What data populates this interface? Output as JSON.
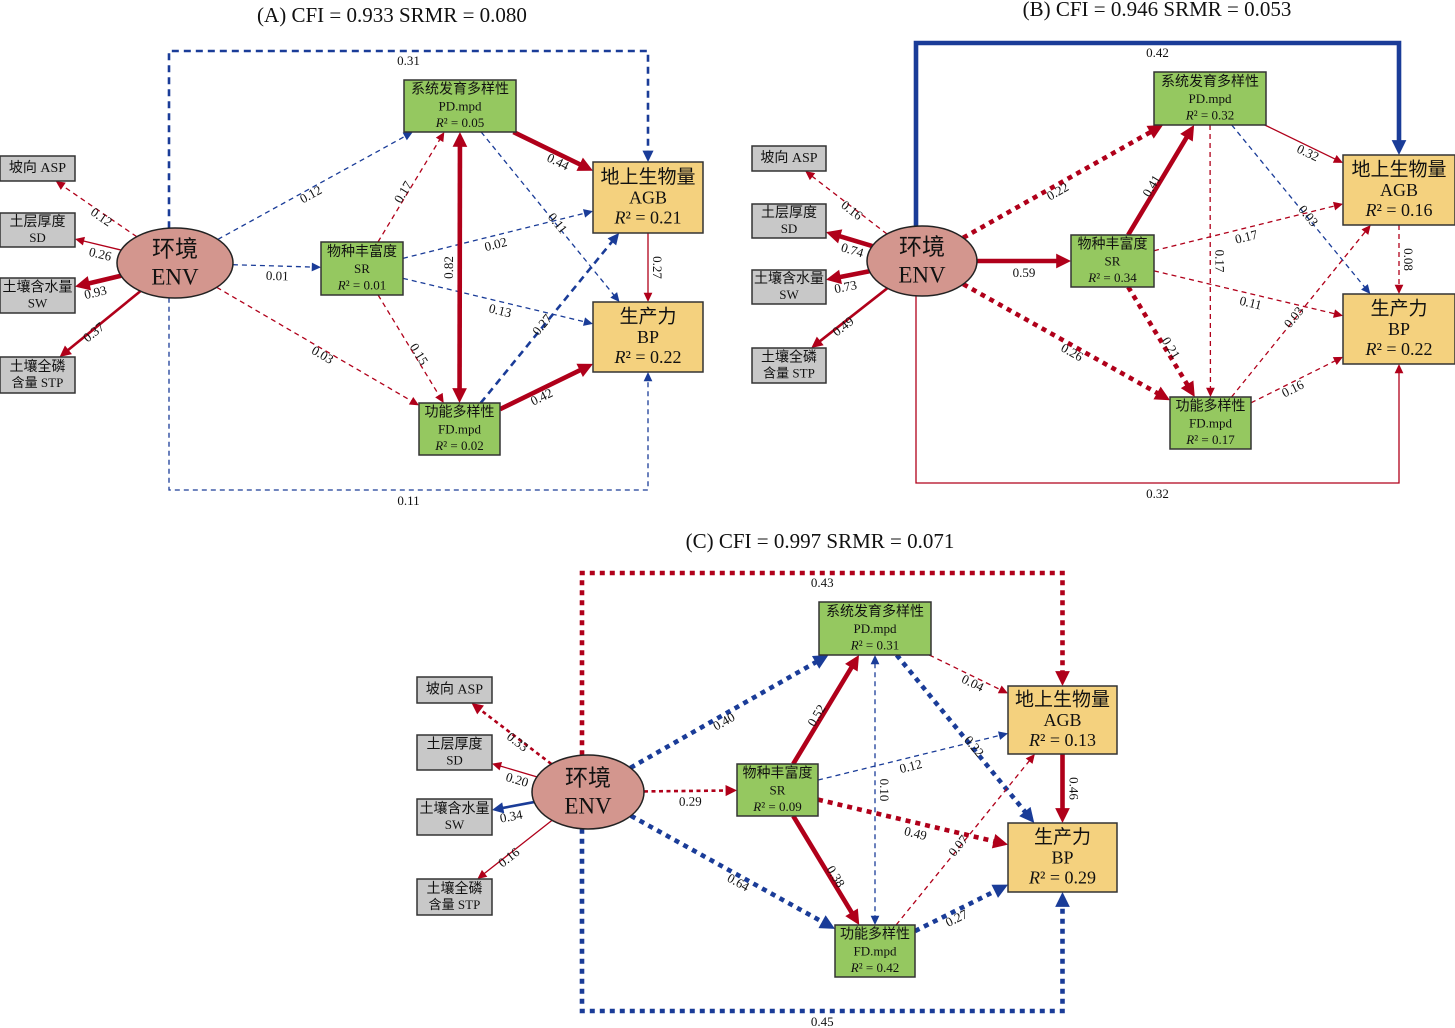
{
  "colors": {
    "positive": "#b0001a",
    "negative": "#1a3c98",
    "indicator_fill": "#c8c8c8",
    "diversity_fill": "#95c860",
    "outcome_fill": "#f4d17e",
    "env_fill": "#d3968e"
  },
  "panels": [
    {
      "id": "A",
      "title": "(A) CFI = 0.933  SRMR = 0.080",
      "nodes": {
        "ENV": [
          "环境",
          "ENV"
        ],
        "ASP": [
          "坡向 ASP"
        ],
        "SD": [
          "土层厚度",
          "SD"
        ],
        "SW": [
          "土壤含水量",
          "SW"
        ],
        "STP": [
          "土壤全磷",
          "含量 STP"
        ],
        "PD": [
          "系统发育多样性",
          "PD.mpd",
          "R² = 0.05"
        ],
        "SR": [
          "物种丰富度",
          "SR",
          "R² = 0.01"
        ],
        "FD": [
          "功能多样性",
          "FD.mpd",
          "R² = 0.02"
        ],
        "AGB": [
          "地上生物量",
          "AGB",
          "R² = 0.21"
        ],
        "BP": [
          "生产力",
          "BP",
          "R² = 0.22"
        ]
      },
      "edges": [
        {
          "from": "ENV",
          "to": "ASP",
          "value": "0.12",
          "sign": "positive",
          "line": "dashed",
          "weight": "thin"
        },
        {
          "from": "ENV",
          "to": "SD",
          "value": "0.26",
          "sign": "positive",
          "line": "solid",
          "weight": "thin"
        },
        {
          "from": "ENV",
          "to": "SW",
          "value": "0.93",
          "sign": "positive",
          "line": "solid",
          "weight": "thick"
        },
        {
          "from": "ENV",
          "to": "STP",
          "value": "0.37",
          "sign": "positive",
          "line": "solid",
          "weight": "medium"
        },
        {
          "from": "ENV",
          "to": "AGB",
          "value": "0.31",
          "sign": "negative",
          "line": "dashed",
          "weight": "medium",
          "route": "top"
        },
        {
          "from": "ENV",
          "to": "BP",
          "value": "0.11",
          "sign": "negative",
          "line": "dashed",
          "weight": "thin",
          "route": "bottom"
        },
        {
          "from": "ENV",
          "to": "PD",
          "value": "0.12",
          "sign": "negative",
          "line": "dashed",
          "weight": "thin"
        },
        {
          "from": "ENV",
          "to": "SR",
          "value": "0.01",
          "sign": "negative",
          "line": "dashed",
          "weight": "thin"
        },
        {
          "from": "ENV",
          "to": "FD",
          "value": "0.03",
          "sign": "positive",
          "line": "dashed",
          "weight": "thin"
        },
        {
          "from": "SR",
          "to": "PD",
          "value": "0.17",
          "sign": "positive",
          "line": "dashed",
          "weight": "thin"
        },
        {
          "from": "SR",
          "to": "FD",
          "value": "0.15",
          "sign": "positive",
          "line": "dashed",
          "weight": "thin"
        },
        {
          "from": "SR",
          "to": "AGB",
          "value": "0.02",
          "sign": "negative",
          "line": "dashed",
          "weight": "thin"
        },
        {
          "from": "SR",
          "to": "BP",
          "value": "0.13",
          "sign": "negative",
          "line": "dashed",
          "weight": "thin"
        },
        {
          "from": "PD",
          "to": "FD",
          "value": "0.82",
          "sign": "positive",
          "line": "solid",
          "weight": "thick",
          "bidirectional": true
        },
        {
          "from": "PD",
          "to": "AGB",
          "value": "0.44",
          "sign": "positive",
          "line": "solid",
          "weight": "thick"
        },
        {
          "from": "PD",
          "to": "BP",
          "value": "0.11",
          "sign": "negative",
          "line": "dashed",
          "weight": "thin"
        },
        {
          "from": "FD",
          "to": "AGB",
          "value": "0.27",
          "sign": "negative",
          "line": "dashed",
          "weight": "medium"
        },
        {
          "from": "FD",
          "to": "BP",
          "value": "0.42",
          "sign": "positive",
          "line": "solid",
          "weight": "thick"
        },
        {
          "from": "AGB",
          "to": "BP",
          "value": "0.27",
          "sign": "positive",
          "line": "solid",
          "weight": "thin"
        }
      ]
    },
    {
      "id": "B",
      "title": "(B) CFI = 0.946  SRMR = 0.053",
      "nodes": {
        "ENV": [
          "环境",
          "ENV"
        ],
        "ASP": [
          "坡向 ASP"
        ],
        "SD": [
          "土层厚度",
          "SD"
        ],
        "SW": [
          "土壤含水量",
          "SW"
        ],
        "STP": [
          "土壤全磷",
          "含量 STP"
        ],
        "PD": [
          "系统发育多样性",
          "PD.mpd",
          "R² = 0.32"
        ],
        "SR": [
          "物种丰富度",
          "SR",
          "R² = 0.34"
        ],
        "FD": [
          "功能多样性",
          "FD.mpd",
          "R² = 0.17"
        ],
        "AGB": [
          "地上生物量",
          "AGB",
          "R² = 0.16"
        ],
        "BP": [
          "生产力",
          "BP",
          "R² = 0.22"
        ]
      },
      "edges": [
        {
          "from": "ENV",
          "to": "ASP",
          "value": "0.16",
          "sign": "positive",
          "line": "dashed",
          "weight": "thin"
        },
        {
          "from": "ENV",
          "to": "SD",
          "value": "0.74",
          "sign": "positive",
          "line": "solid",
          "weight": "thick"
        },
        {
          "from": "ENV",
          "to": "SW",
          "value": "0.73",
          "sign": "positive",
          "line": "solid",
          "weight": "thick"
        },
        {
          "from": "ENV",
          "to": "STP",
          "value": "0.49",
          "sign": "positive",
          "line": "solid",
          "weight": "medium"
        },
        {
          "from": "ENV",
          "to": "AGB",
          "value": "0.42",
          "sign": "negative",
          "line": "solid",
          "weight": "thick",
          "route": "top"
        },
        {
          "from": "ENV",
          "to": "BP",
          "value": "0.32",
          "sign": "positive",
          "line": "solid",
          "weight": "thin",
          "route": "bottom"
        },
        {
          "from": "ENV",
          "to": "PD",
          "value": "0.22",
          "sign": "positive",
          "line": "dotted",
          "weight": "thick"
        },
        {
          "from": "ENV",
          "to": "SR",
          "value": "0.59",
          "sign": "positive",
          "line": "solid",
          "weight": "thick"
        },
        {
          "from": "ENV",
          "to": "FD",
          "value": "0.26",
          "sign": "positive",
          "line": "dotted",
          "weight": "thick"
        },
        {
          "from": "SR",
          "to": "PD",
          "value": "0.41",
          "sign": "positive",
          "line": "solid",
          "weight": "thick"
        },
        {
          "from": "SR",
          "to": "FD",
          "value": "0.21",
          "sign": "positive",
          "line": "dotted",
          "weight": "thick"
        },
        {
          "from": "SR",
          "to": "AGB",
          "value": "0.17",
          "sign": "positive",
          "line": "dashed",
          "weight": "thin"
        },
        {
          "from": "SR",
          "to": "BP",
          "value": "0.11",
          "sign": "positive",
          "line": "dashed",
          "weight": "thin"
        },
        {
          "from": "PD",
          "to": "FD",
          "value": "0.17",
          "sign": "positive",
          "line": "dashed",
          "weight": "thin"
        },
        {
          "from": "PD",
          "to": "AGB",
          "value": "0.32",
          "sign": "positive",
          "line": "solid",
          "weight": "thin"
        },
        {
          "from": "PD",
          "to": "BP",
          "value": "0.03",
          "sign": "negative",
          "line": "dashed",
          "weight": "thin"
        },
        {
          "from": "FD",
          "to": "AGB",
          "value": "0.03",
          "sign": "positive",
          "line": "dashed",
          "weight": "thin"
        },
        {
          "from": "FD",
          "to": "BP",
          "value": "0.16",
          "sign": "positive",
          "line": "dashed",
          "weight": "thin"
        },
        {
          "from": "AGB",
          "to": "BP",
          "value": "0.08",
          "sign": "positive",
          "line": "dashed",
          "weight": "thin"
        }
      ]
    },
    {
      "id": "C",
      "title": "(C) CFI = 0.997  SRMR = 0.071",
      "nodes": {
        "ENV": [
          "环境",
          "ENV"
        ],
        "ASP": [
          "坡向 ASP"
        ],
        "SD": [
          "土层厚度",
          "SD"
        ],
        "SW": [
          "土壤含水量",
          "SW"
        ],
        "STP": [
          "土壤全磷",
          "含量 STP"
        ],
        "PD": [
          "系统发育多样性",
          "PD.mpd",
          "R² = 0.31"
        ],
        "SR": [
          "物种丰富度",
          "SR",
          "R² = 0.09"
        ],
        "FD": [
          "功能多样性",
          "FD.mpd",
          "R² = 0.42"
        ],
        "AGB": [
          "地上生物量",
          "AGB",
          "R² = 0.13"
        ],
        "BP": [
          "生产力",
          "BP",
          "R² = 0.29"
        ]
      },
      "edges": [
        {
          "from": "ENV",
          "to": "ASP",
          "value": "0.33",
          "sign": "positive",
          "line": "dotted",
          "weight": "medium"
        },
        {
          "from": "ENV",
          "to": "SD",
          "value": "0.20",
          "sign": "positive",
          "line": "solid",
          "weight": "thin"
        },
        {
          "from": "ENV",
          "to": "SW",
          "value": "0.34",
          "sign": "negative",
          "line": "solid",
          "weight": "medium"
        },
        {
          "from": "ENV",
          "to": "STP",
          "value": "0.16",
          "sign": "positive",
          "line": "solid",
          "weight": "thin"
        },
        {
          "from": "ENV",
          "to": "AGB",
          "value": "0.43",
          "sign": "positive",
          "line": "dotted",
          "weight": "thick",
          "route": "top"
        },
        {
          "from": "ENV",
          "to": "BP",
          "value": "0.45",
          "sign": "negative",
          "line": "dotted",
          "weight": "thick",
          "route": "bottom"
        },
        {
          "from": "ENV",
          "to": "PD",
          "value": "0.40",
          "sign": "negative",
          "line": "dotted",
          "weight": "thick"
        },
        {
          "from": "ENV",
          "to": "SR",
          "value": "0.29",
          "sign": "positive",
          "line": "dotted",
          "weight": "medium"
        },
        {
          "from": "ENV",
          "to": "FD",
          "value": "0.64",
          "sign": "negative",
          "line": "dotted",
          "weight": "thick"
        },
        {
          "from": "SR",
          "to": "PD",
          "value": "0.52",
          "sign": "positive",
          "line": "solid",
          "weight": "thick"
        },
        {
          "from": "SR",
          "to": "FD",
          "value": "0.38",
          "sign": "positive",
          "line": "solid",
          "weight": "thick"
        },
        {
          "from": "SR",
          "to": "AGB",
          "value": "0.12",
          "sign": "negative",
          "line": "dashed",
          "weight": "thin"
        },
        {
          "from": "SR",
          "to": "BP",
          "value": "0.49",
          "sign": "positive",
          "line": "dotted",
          "weight": "thick"
        },
        {
          "from": "PD",
          "to": "FD",
          "value": "0.10",
          "sign": "negative",
          "line": "dashed",
          "weight": "thin",
          "bidirectional": true
        },
        {
          "from": "PD",
          "to": "AGB",
          "value": "0.04",
          "sign": "positive",
          "line": "dashed",
          "weight": "thin"
        },
        {
          "from": "PD",
          "to": "BP",
          "value": "0.22",
          "sign": "negative",
          "line": "dotted",
          "weight": "thick"
        },
        {
          "from": "FD",
          "to": "AGB",
          "value": "0.07",
          "sign": "positive",
          "line": "dashed",
          "weight": "thin"
        },
        {
          "from": "FD",
          "to": "BP",
          "value": "0.27",
          "sign": "negative",
          "line": "dotted",
          "weight": "thick"
        },
        {
          "from": "AGB",
          "to": "BP",
          "value": "0.46",
          "sign": "positive",
          "line": "solid",
          "weight": "thick"
        }
      ]
    }
  ]
}
